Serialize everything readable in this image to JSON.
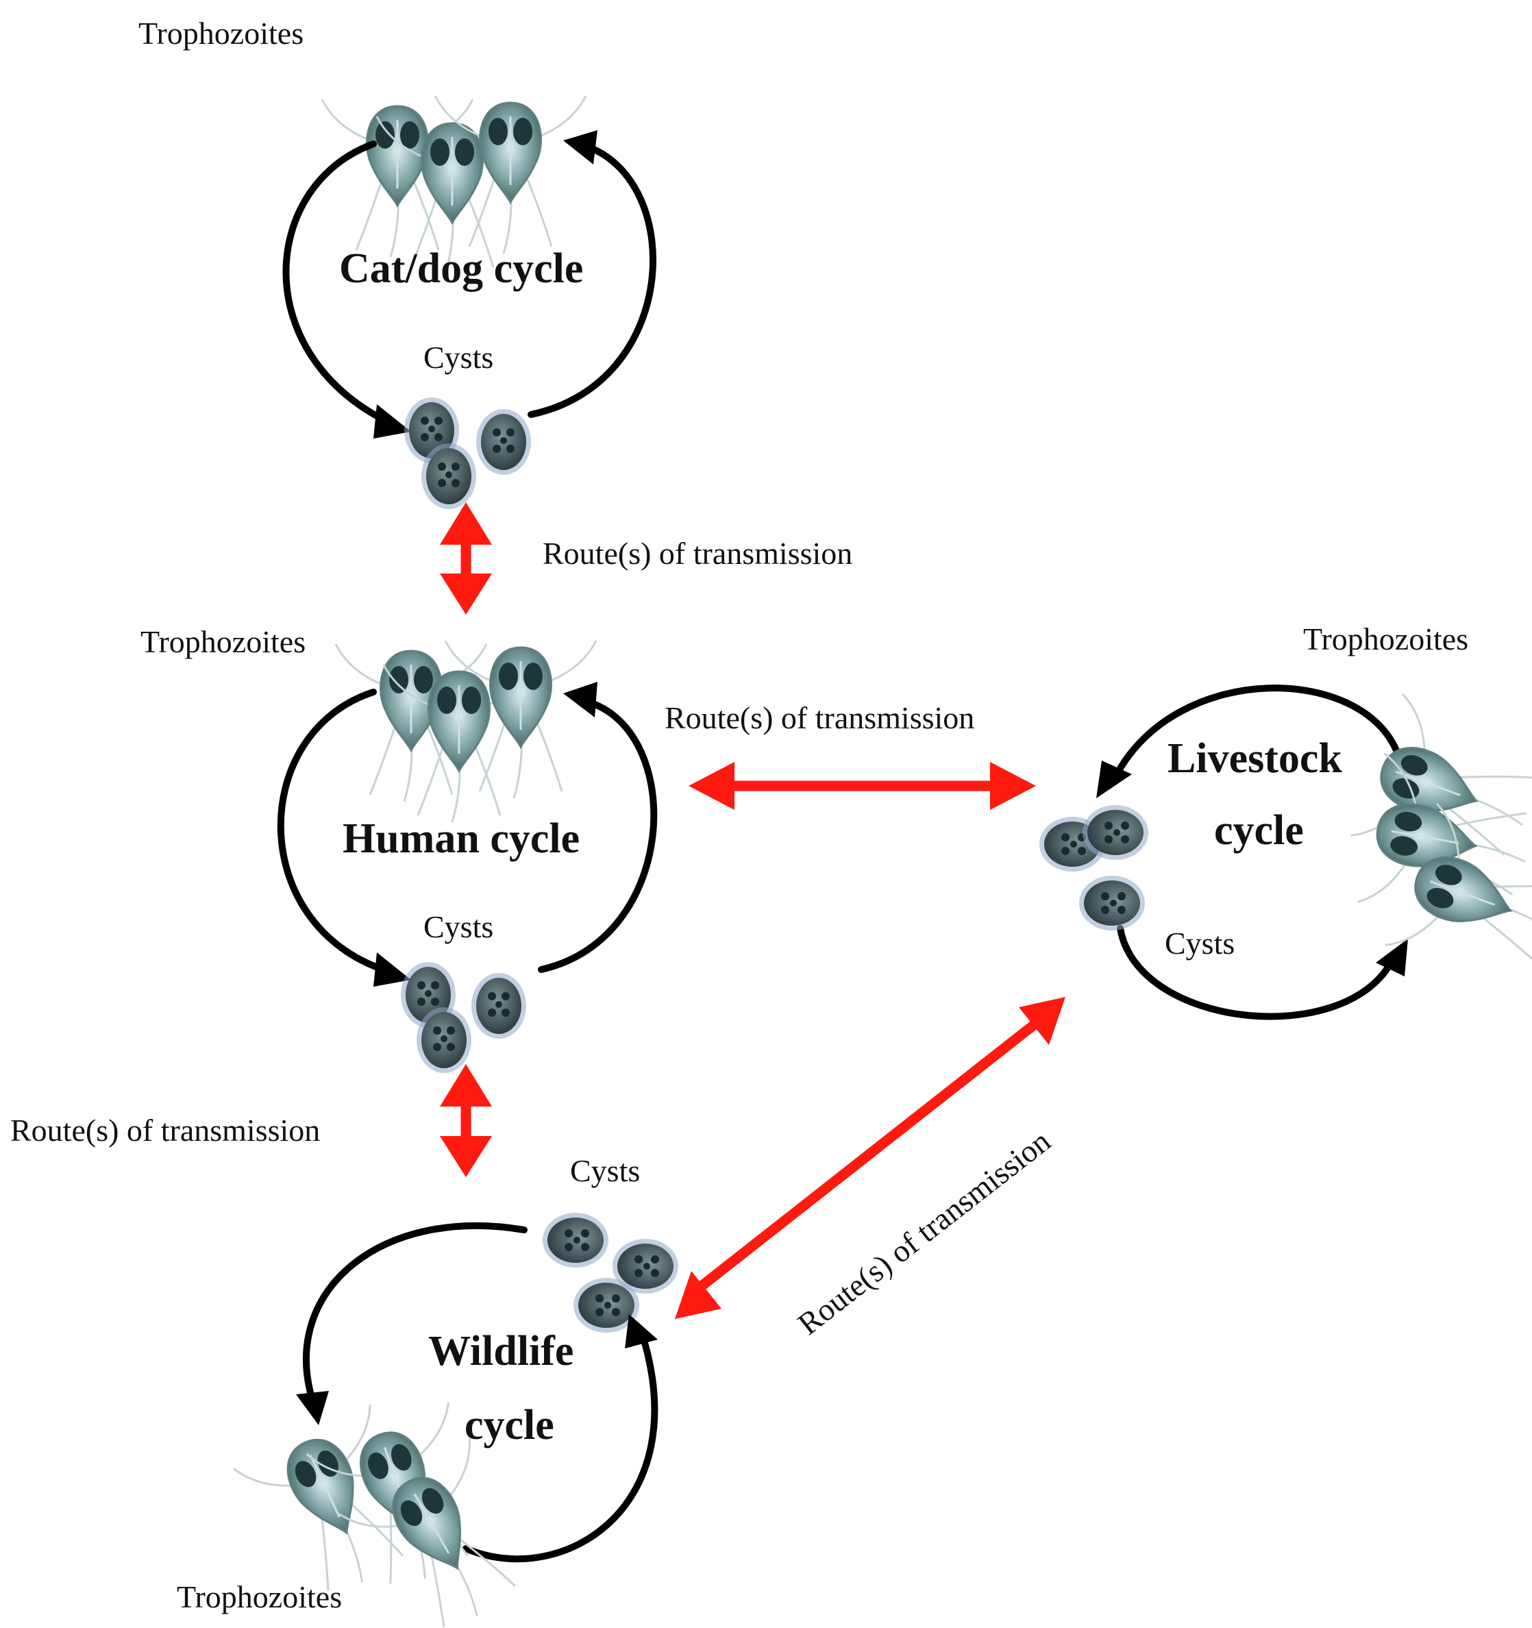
{
  "colors": {
    "cycle_arrow": "#000000",
    "transmission_arrow": "#ff1a10",
    "organism_fill": "#5f7f80",
    "organism_nucleus": "#1f3638",
    "cyst_fill": "#4a5f63",
    "cyst_rim": "#8fa8c8"
  },
  "cycles": {
    "catdog": {
      "title": "Cat/dog cycle",
      "trophozoites_label": "Trophozoites",
      "cysts_label": "Cysts"
    },
    "human": {
      "title": "Human cycle",
      "trophozoites_label": "Trophozoites",
      "cysts_label": "Cysts"
    },
    "livestock": {
      "title_line1": "Livestock",
      "title_line2": "cycle",
      "trophozoites_label": "Trophozoites",
      "cysts_label": "Cysts"
    },
    "wildlife": {
      "title_line1": "Wildlife",
      "title_line2": "cycle",
      "trophozoites_label": "Trophozoites",
      "cysts_label": "Cysts"
    }
  },
  "transmissions": {
    "catdog_human": "Route(s) of transmission",
    "human_livestock": "Route(s) of transmission",
    "human_wildlife": "Route(s) of transmission",
    "livestock_wildlife": "Route(s) of transmission"
  }
}
